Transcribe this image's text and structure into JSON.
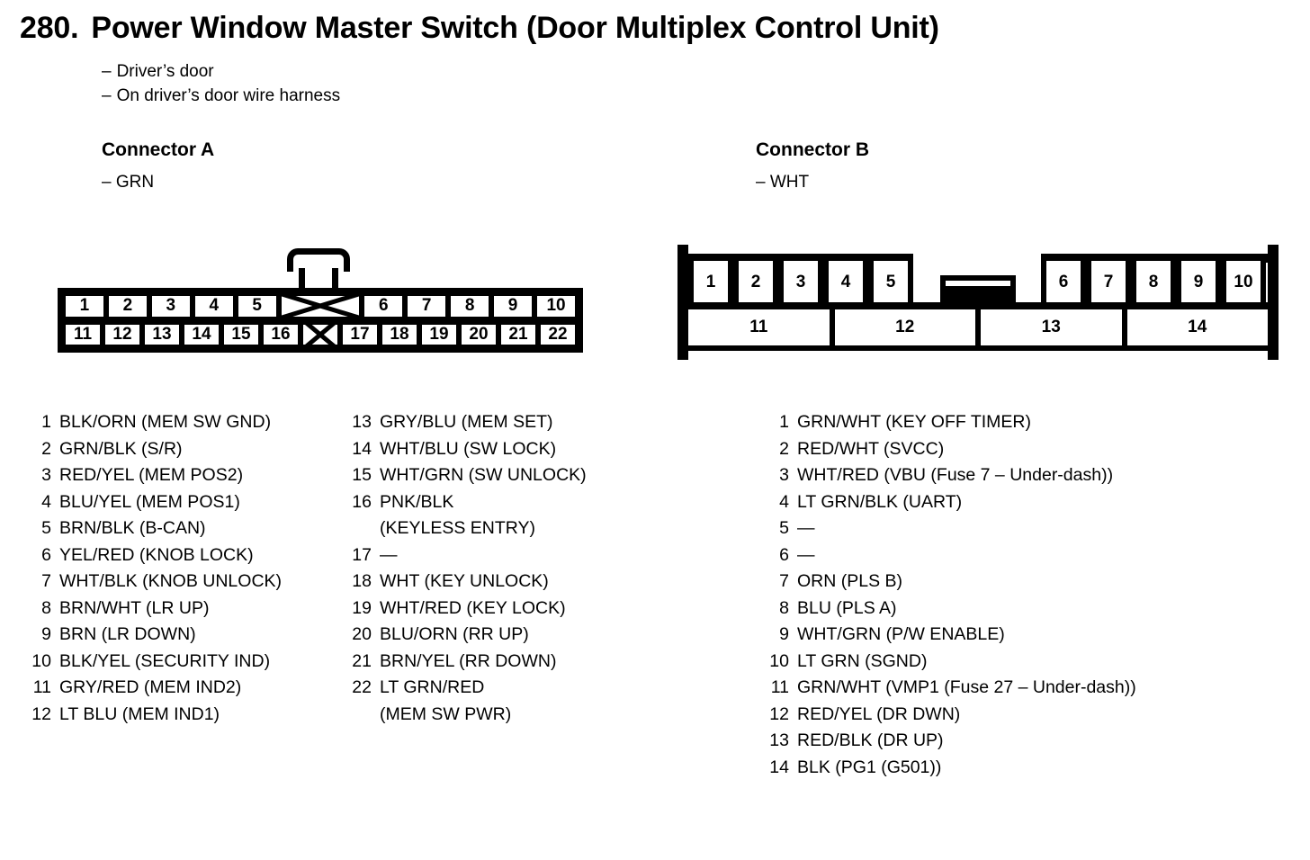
{
  "title": {
    "number": "280.",
    "text": "Power Window Master Switch (Door Multiplex Control Unit)"
  },
  "notes": [
    {
      "dash": "–",
      "text": "Driver’s door"
    },
    {
      "dash": "–",
      "text": "On driver’s door wire harness"
    }
  ],
  "connector_a": {
    "heading": "Connector A",
    "dash": "–",
    "color": "GRN",
    "diagram": {
      "top_row": [
        "1",
        "2",
        "3",
        "4",
        "5",
        "",
        "6",
        "7",
        "8",
        "9",
        "10"
      ],
      "bottom_row": [
        "11",
        "12",
        "13",
        "14",
        "15",
        "16",
        "",
        "17",
        "18",
        "19",
        "20",
        "21",
        "22"
      ]
    },
    "pins_col1": [
      {
        "num": "1",
        "label": "BLK/ORN (MEM SW GND)"
      },
      {
        "num": "2",
        "label": "GRN/BLK (S/R)"
      },
      {
        "num": "3",
        "label": "RED/YEL (MEM POS2)"
      },
      {
        "num": "4",
        "label": "BLU/YEL (MEM POS1)"
      },
      {
        "num": "5",
        "label": "BRN/BLK (B-CAN)"
      },
      {
        "num": "6",
        "label": "YEL/RED (KNOB LOCK)"
      },
      {
        "num": "7",
        "label": "WHT/BLK (KNOB UNLOCK)"
      },
      {
        "num": "8",
        "label": "BRN/WHT (LR UP)"
      },
      {
        "num": "9",
        "label": "BRN (LR DOWN)"
      },
      {
        "num": "10",
        "label": "BLK/YEL (SECURITY IND)"
      },
      {
        "num": "11",
        "label": "GRY/RED (MEM IND2)"
      },
      {
        "num": "12",
        "label": "LT BLU (MEM IND1)"
      }
    ],
    "pins_col2": [
      {
        "num": "13",
        "label": "GRY/BLU (MEM SET)"
      },
      {
        "num": "14",
        "label": "WHT/BLU (SW LOCK)"
      },
      {
        "num": "15",
        "label": "WHT/GRN (SW UNLOCK)"
      },
      {
        "num": "16",
        "label": "PNK/BLK\n(KEYLESS ENTRY)"
      },
      {
        "num": "17",
        "label": "—"
      },
      {
        "num": "18",
        "label": "WHT (KEY UNLOCK)"
      },
      {
        "num": "19",
        "label": "WHT/RED (KEY LOCK)"
      },
      {
        "num": "20",
        "label": "BLU/ORN (RR UP)"
      },
      {
        "num": "21",
        "label": "BRN/YEL (RR DOWN)"
      },
      {
        "num": "22",
        "label": "LT GRN/RED\n(MEM SW PWR)"
      }
    ]
  },
  "connector_b": {
    "heading": "Connector B",
    "dash": "–",
    "color": "WHT",
    "diagram": {
      "top_left": [
        "1",
        "2",
        "3",
        "4",
        "5"
      ],
      "top_right": [
        "6",
        "7",
        "8",
        "9",
        "10"
      ],
      "bottom_row": [
        "11",
        "12",
        "13",
        "14"
      ]
    },
    "pins": [
      {
        "num": "1",
        "label": "GRN/WHT (KEY OFF TIMER)"
      },
      {
        "num": "2",
        "label": "RED/WHT (SVCC)"
      },
      {
        "num": "3",
        "label": "WHT/RED (VBU (Fuse 7 – Under-dash))"
      },
      {
        "num": "4",
        "label": "LT GRN/BLK (UART)"
      },
      {
        "num": "5",
        "label": "—"
      },
      {
        "num": "6",
        "label": "—"
      },
      {
        "num": "7",
        "label": "ORN (PLS B)"
      },
      {
        "num": "8",
        "label": "BLU (PLS A)"
      },
      {
        "num": "9",
        "label": "WHT/GRN (P/W ENABLE)"
      },
      {
        "num": "10",
        "label": "LT GRN (SGND)"
      },
      {
        "num": "11",
        "label": "GRN/WHT (VMP1 (Fuse 27 – Under-dash))"
      },
      {
        "num": "12",
        "label": "RED/YEL (DR DWN)"
      },
      {
        "num": "13",
        "label": "RED/BLK (DR UP)"
      },
      {
        "num": "14",
        "label": "BLK (PG1 (G501))"
      }
    ]
  }
}
